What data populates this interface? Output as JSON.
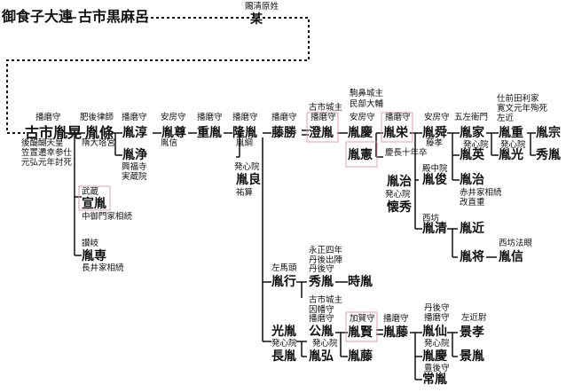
{
  "nodes": {
    "mikeko": "御食子大連",
    "kuromaro": "古市黒麻呂",
    "bou": "某",
    "inkan": "古市胤晃",
    "injo": "胤條",
    "inkan2": "胤淳",
    "injou": "胤浄",
    "inson": "胤尊",
    "inshin_a": "胤信",
    "juin": "重胤",
    "ryuin": "隆胤",
    "inrei": "胤綱",
    "inryo": "胤良",
    "toushou": "藤勝",
    "choin": "澄胤",
    "inkei": "胤慶",
    "inken": "胤憲",
    "inei": "胤栄",
    "inshun": "胤舜",
    "inji": "胤治",
    "kaishu": "懐秀",
    "inshun2": "胤俊",
    "insei": "胤清",
    "inka": "胤家",
    "inei2": "胤英",
    "inji2": "胤治",
    "injuu": "胤重",
    "inkou": "胤光",
    "inshuu": "胤宗",
    "shuuin": "秀胤",
    "senin": "宣胤",
    "insen": "胤専",
    "inkin": "胤近",
    "insho": "胤将",
    "inshin_b": "胤信",
    "inko": "胤行",
    "shuuin2": "秀胤",
    "jiin": "時胤",
    "kouin": "光胤",
    "chouin": "長胤",
    "kouin2": "公胤",
    "inkou2": "胤弘",
    "inken2": "胤賢",
    "intou": "胤藤",
    "intou2": "胤藤",
    "insen2": "胤仙",
    "keikou": "景孝",
    "inkei2": "胤慶",
    "keiin": "景胤",
    "jouin": "常胤"
  },
  "notes": {
    "sisei": "賜清原姓",
    "harima1": "播磨守",
    "goshi": "後醍醐天皇",
    "kasagi": "笠置遷幸参仕",
    "genkou": "元弘元年討死",
    "hizen": "肥後律師",
    "zuidai": "隋大塔宮",
    "harima2": "播磨守",
    "kofukuji": "興福寺",
    "jitsuken": "実蔵院",
    "awa1": "安房守",
    "harima3": "播磨守",
    "harima4": "播磨守",
    "hosshin1": "発心院",
    "yusan": "祐算",
    "harima5": "播磨守",
    "kourin": "駒鼻城主",
    "minbu": "民部大輔",
    "furuichi_jou": "古市城主",
    "harima6": "播磨守",
    "awa2": "安房守",
    "harima7": "播磨守",
    "keichou": "慶長十年卒",
    "hosshin2": "発心院",
    "awa3": "安房守",
    "toukou": "藤孝",
    "tenjin": "殿中院",
    "nishibou": "西坊",
    "goka": "五左衛門",
    "hosshin3": "発心院",
    "akai": "赤井家相続",
    "kaichou": "改直重",
    "shiketa": "仕前田利家",
    "kanbun": "寛文元年殉死",
    "sakon": "左近",
    "hosshin4": "発心院",
    "musashi": "武蔵",
    "nakamikado": "中御門家相続",
    "sanuki": "讃岐",
    "nagai": "長井家相続",
    "nishibou2": "西坊法眼",
    "sama": "左馬頭",
    "eishou": "永正四年",
    "tango": "丹後出陣",
    "tango2": "丹後守",
    "hosshin5": "発心院",
    "furuichi_jou2": "古市城主",
    "inbou": "因幡守",
    "harima8": "播磨守",
    "hosshin6": "発心院",
    "kaga": "加賀守",
    "harima9": "播磨守",
    "tango3": "丹後守",
    "harima10": "播磨守",
    "hosshin7": "発心院",
    "sakonfu": "左近尉",
    "bungo": "豊後守"
  }
}
